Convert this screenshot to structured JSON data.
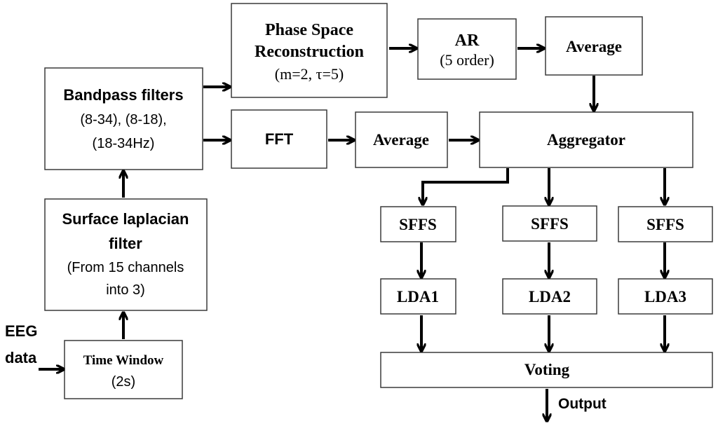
{
  "nodes": {
    "phase_space": {
      "line1": "Phase Space",
      "line2": "Reconstruction",
      "line3": "(m=2, τ=5)"
    },
    "ar": {
      "title": "AR",
      "subtitle": "(5 order)"
    },
    "average_top": {
      "label": "Average"
    },
    "bandpass": {
      "title": "Bandpass filters",
      "line2": "(8-34), (8-18),",
      "line3": "(18-34Hz)"
    },
    "fft": {
      "label": "FFT"
    },
    "average_mid": {
      "label": "Average"
    },
    "aggregator": {
      "label": "Aggregator"
    },
    "laplacian": {
      "line1": "Surface laplacian",
      "line2": "filter",
      "line3": "(From 15 channels",
      "line4": "into 3)"
    },
    "time_window": {
      "title": "Time Window",
      "subtitle": "(2s)"
    },
    "sffs": [
      "SFFS",
      "SFFS",
      "SFFS"
    ],
    "lda": [
      "LDA1",
      "LDA2",
      "LDA3"
    ],
    "voting": {
      "label": "Voting"
    }
  },
  "input": {
    "line1": "EEG",
    "line2": "data"
  },
  "output": {
    "label": "Output"
  }
}
